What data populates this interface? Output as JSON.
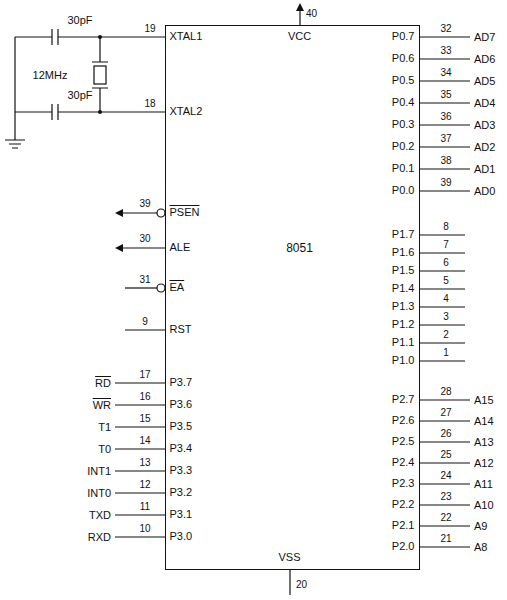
{
  "diagram": {
    "nodes": [
      {
        "text": [
          "VCC",
          "XTAL1",
          "XTAL2",
          "PSEN",
          "ALE",
          "8051",
          "EA",
          "RST",
          "P3.7",
          "P3.6",
          "P3.5",
          "P3.4",
          "P3.3",
          "P3.2",
          "P3.1",
          "P3.0",
          "VSS",
          "P0.7",
          "P0.6",
          "P0.5",
          "P0.4",
          "P0.3",
          "P0.2",
          "P0.1",
          "P0.0",
          "P1.7",
          "P1.6",
          "P1.5",
          "P1.4",
          "P1.3",
          "P1.2",
          "P1.1",
          "P1.0",
          "P2.7",
          "P2.6",
          "P2.5",
          "P2.4",
          "P2.3",
          "P2.2",
          "P2.1",
          "P2.0"
        ]
      }
    ],
    "labels": [
      "30pF",
      "12MHz",
      "30pF",
      "19",
      "18",
      "39",
      "30",
      "31",
      "9",
      "17",
      "16",
      "15",
      "14",
      "13",
      "12",
      "11",
      "10",
      "RD",
      "WR",
      "T1",
      "T0",
      "INT1",
      "INT0",
      "TXD",
      "RXD",
      "40",
      "20",
      "32",
      "33",
      "34",
      "35",
      "36",
      "37",
      "38",
      "39",
      "AD7",
      "AD6",
      "AD5",
      "AD4",
      "AD3",
      "AD2",
      "AD1",
      "AD0",
      "8",
      "7",
      "6",
      "5",
      "4",
      "3",
      "2",
      "1",
      "28",
      "27",
      "26",
      "25",
      "24",
      "23",
      "22",
      "21",
      "A15",
      "A14",
      "A13",
      "A12",
      "A11",
      "A10",
      "A9",
      "A8"
    ]
  }
}
